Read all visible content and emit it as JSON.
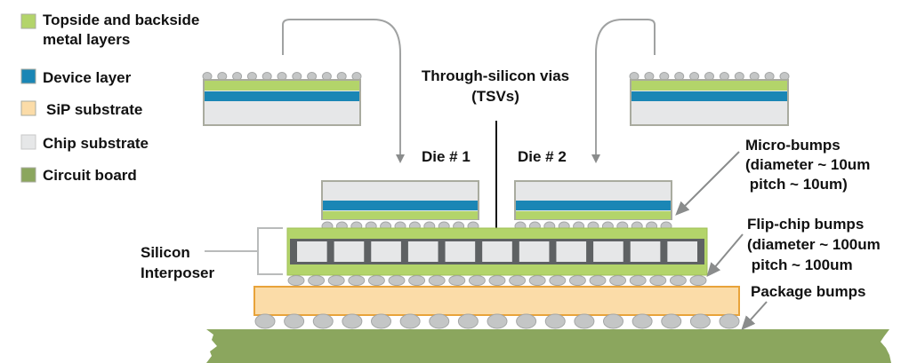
{
  "colors": {
    "metal": "#b3d46a",
    "metal_edge": "#9fbf55",
    "device": "#1a86b5",
    "sip": "#fbdca8",
    "sip_edge": "#e8a33a",
    "chip": "#e6e7e8",
    "chip_edge": "#a9ab9f",
    "board": "#8ba65e",
    "bump": "#c4c6c6",
    "bump_edge": "#a4a6a6",
    "tsv": "#5e6163",
    "arrow": "#8a8c8c",
    "callout": "#111111"
  },
  "legend": {
    "items": [
      {
        "key": "metal",
        "lines": [
          "Topside and backside",
          "metal layers"
        ]
      },
      {
        "key": "device",
        "lines": [
          "Device layer"
        ]
      },
      {
        "key": "sip",
        "lines": [
          "SiP substrate"
        ]
      },
      {
        "key": "chip",
        "lines": [
          "Chip substrate"
        ]
      },
      {
        "key": "board",
        "lines": [
          "Circuit board"
        ]
      }
    ]
  },
  "labels": {
    "tsv": [
      "Through-silicon vias",
      "(TSVs)"
    ],
    "die1": "Die # 1",
    "die2": "Die # 2",
    "interposer": [
      "Silicon",
      "Interposer"
    ],
    "micro_bumps": [
      "Micro-bumps",
      "(diameter ~ 10um",
      " pitch ~ 10um)"
    ],
    "flip_chip_bumps": [
      "Flip-chip bumps",
      "(diameter ~ 100um",
      " pitch ~ 100um"
    ],
    "package_bumps": "Package bumps"
  },
  "counts": {
    "free_die_bumps": 11,
    "die_micro_bumps": 11,
    "interposer_cells": 11,
    "flip_chip_bumps": 21,
    "package_bumps": 17
  }
}
